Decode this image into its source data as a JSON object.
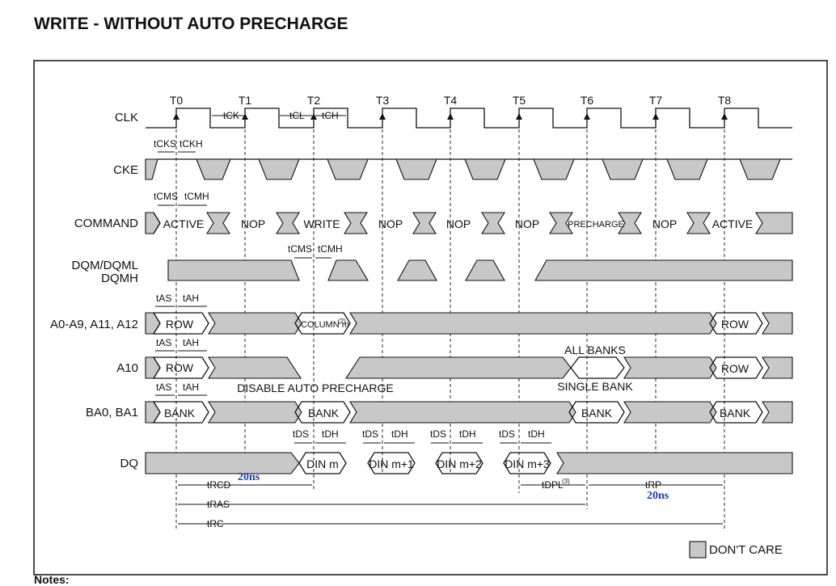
{
  "title": "WRITE - WITHOUT AUTO PRECHARGE",
  "notes_label": "Notes:",
  "clock_ticks": [
    "T0",
    "T1",
    "T2",
    "T3",
    "T4",
    "T5",
    "T6",
    "T7",
    "T8"
  ],
  "signals": {
    "clk": "CLK",
    "cke": "CKE",
    "command": "COMMAND",
    "dqm1": "DQM/DQML",
    "dqm2": "DQMH",
    "addr": "A0-A9, A11, A12",
    "a10": "A10",
    "ba": "BA0, BA1",
    "dq": "DQ"
  },
  "command": [
    "ACTIVE",
    "NOP",
    "WRITE",
    "NOP",
    "NOP",
    "NOP",
    "PRECHARGE",
    "NOP",
    "ACTIVE"
  ],
  "addr": {
    "row": "ROW",
    "column": "COLUMN m",
    "column_note": "(2)",
    "row_end": "ROW"
  },
  "a10": {
    "row": "ROW",
    "row_end": "ROW",
    "all_banks": "ALL BANKS",
    "single_bank": "SINGLE BANK",
    "disable_ap": "DISABLE AUTO PRECHARGE"
  },
  "ba": {
    "bank1": "BANK",
    "bank2": "BANK",
    "bank3": "BANK",
    "bank4": "BANK"
  },
  "dq": [
    "DIN m",
    "DIN m+1",
    "DIN m+2",
    "DIN m+3"
  ],
  "timing": {
    "tck": "tCK",
    "tcl": "tCL",
    "tch": "tCH",
    "tcks": "tCKS",
    "tckh": "tCKH",
    "tcms": "tCMS",
    "tcmh": "tCMH",
    "tas": "tAS",
    "tah": "tAH",
    "tds": "tDS",
    "tdh": "tDH",
    "trcd": "tRCD",
    "tras": "tRAS",
    "trc": "tRC",
    "trp": "tRP",
    "tdpl": "tDPL",
    "tdpl_note": "(3)"
  },
  "annotations": {
    "trcd_value": "20ns",
    "trp_value": "20ns"
  },
  "legend": {
    "dont_care": "DON'T CARE"
  },
  "colors": {
    "dont_care_fill": "#c8c8c8",
    "annotation_blue": "#1a3fb0"
  }
}
